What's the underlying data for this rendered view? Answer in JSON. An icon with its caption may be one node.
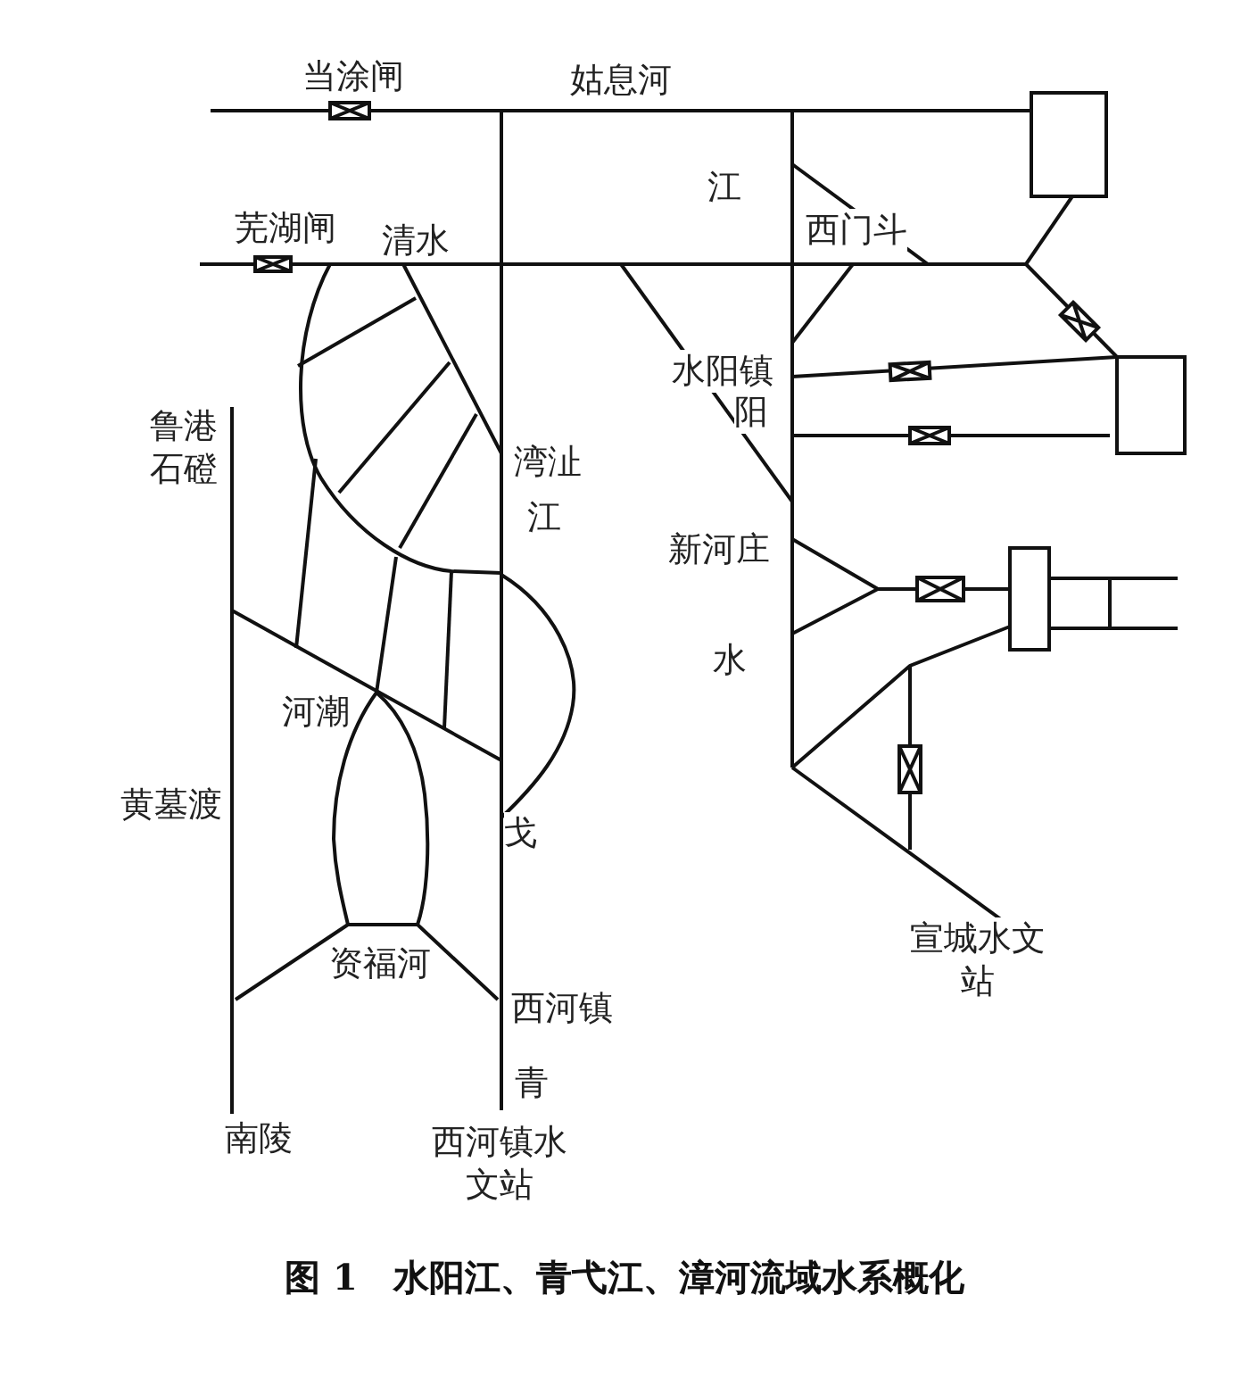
{
  "diagram": {
    "caption": "图 1　水阳江、青弋江、漳河流域水系概化",
    "labels": [
      "当涂闸",
      "姑息河",
      "江",
      "芜湖闸",
      "清水",
      "西门斗",
      "水阳镇",
      "阳",
      "鲁港石磴",
      "湾沚",
      "江",
      "新河庄",
      "水",
      "河潮",
      "黄墓渡",
      "戈",
      "资福河",
      "西河镇",
      "宣城水文站",
      "青",
      "南陵",
      "西河镇水文站"
    ]
  }
}
